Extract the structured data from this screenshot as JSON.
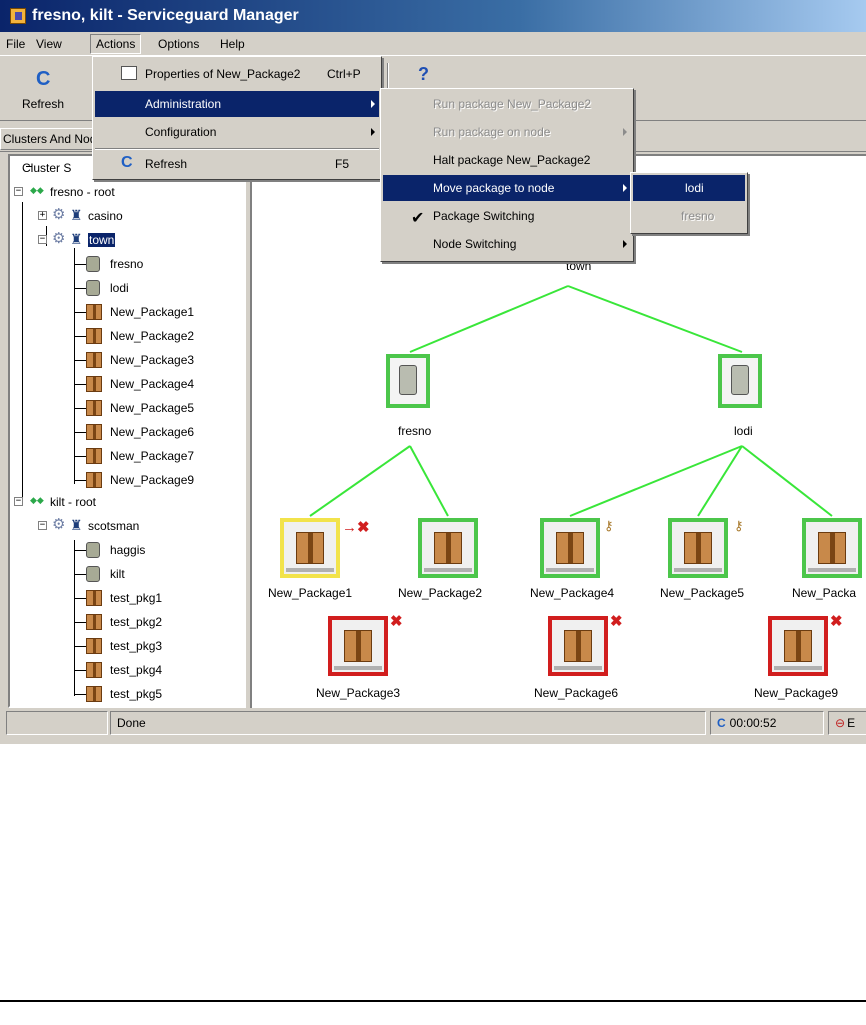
{
  "window": {
    "title": "fresno, kilt - Serviceguard Manager"
  },
  "menubar": {
    "file": "File",
    "view": "View",
    "actions": "Actions",
    "options": "Options",
    "help": "Help"
  },
  "toolbar": {
    "refresh_label": "Refresh",
    "refresh_icon": "refresh-icon",
    "help_icon": "help-icon",
    "help_glyph": "?"
  },
  "panel": {
    "tab_label": "Clusters And Nodes"
  },
  "actions_menu": {
    "items": [
      {
        "label": "Properties of New_Package2",
        "shortcut": "Ctrl+P"
      },
      {
        "label": "Administration"
      },
      {
        "label": "Configuration"
      },
      {
        "label": "Refresh",
        "shortcut": "F5"
      }
    ]
  },
  "admin_menu": {
    "items": [
      {
        "label": "Run package New_Package2",
        "enabled": false
      },
      {
        "label": "Run package on node",
        "enabled": false
      },
      {
        "label": "Halt package New_Package2",
        "enabled": true
      },
      {
        "label": "Move package to node",
        "enabled": true
      },
      {
        "label": "Package Switching",
        "checked": true
      },
      {
        "label": "Node Switching",
        "enabled": true
      }
    ]
  },
  "move_menu": {
    "items": [
      {
        "label": "lodi",
        "enabled": true
      },
      {
        "label": "fresno",
        "enabled": false
      }
    ]
  },
  "tree": {
    "root_label": "Cluster S",
    "clusters": [
      {
        "label": "fresno - root",
        "packages_group": "casino",
        "selected": "town",
        "nodes": [
          "fresno",
          "lodi"
        ],
        "packages": [
          "New_Package1",
          "New_Package2",
          "New_Package3",
          "New_Package4",
          "New_Package5",
          "New_Package6",
          "New_Package7",
          "New_Package9"
        ]
      },
      {
        "label": "kilt - root",
        "group": "scotsman",
        "nodes": [
          "haggis",
          "kilt"
        ],
        "packages": [
          "test_pkg1",
          "test_pkg2",
          "test_pkg3",
          "test_pkg4",
          "test_pkg5"
        ]
      }
    ]
  },
  "graph": {
    "root_label": "town",
    "nodes": [
      {
        "label": "fresno"
      },
      {
        "label": "lodi"
      }
    ],
    "packages": [
      {
        "label": "New_Package1",
        "status": "yellow"
      },
      {
        "label": "New_Package2",
        "status": "green"
      },
      {
        "label": "New_Package4",
        "status": "green"
      },
      {
        "label": "New_Package5",
        "status": "green"
      },
      {
        "label": "New_Packa",
        "status": "green"
      },
      {
        "label": "New_Package3",
        "status": "red"
      },
      {
        "label": "New_Package6",
        "status": "red"
      },
      {
        "label": "New_Package9",
        "status": "red"
      }
    ],
    "colors": {
      "green": "#4cc64b",
      "yellow": "#f2e34b",
      "red": "#d11e1e",
      "line": "#39e639"
    }
  },
  "status": {
    "text": "Done",
    "time": "00:00:52",
    "right": "E"
  }
}
